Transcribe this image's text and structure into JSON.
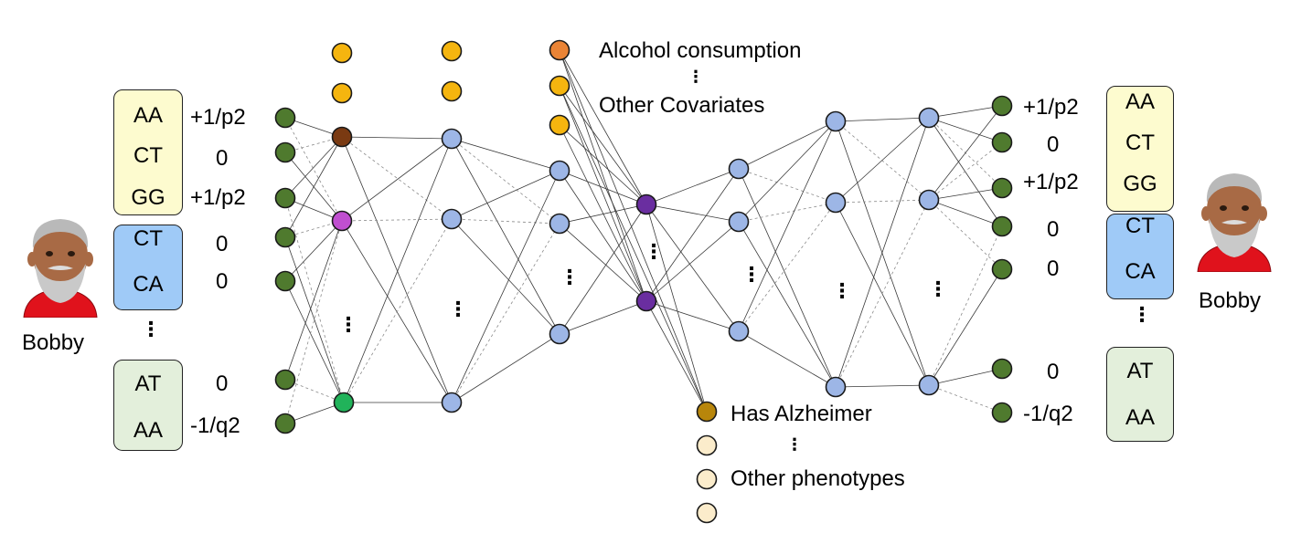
{
  "person": {
    "left_name": "Bobby",
    "right_name": "Bobby"
  },
  "input_genotypes": {
    "group1": [
      "AA",
      "CT",
      "GG"
    ],
    "group2": [
      "CT",
      "CA"
    ],
    "ellipsis": "⋮",
    "group3": [
      "AT",
      "AA"
    ]
  },
  "input_values": [
    "+1/p2",
    "0",
    "+1/p2",
    "0",
    "0",
    "0",
    "-1/q2"
  ],
  "covariates": {
    "first": "Alcohol consumption",
    "ellipsis": "⋮",
    "other": "Other Covariates"
  },
  "phenotypes": {
    "first": "Has Alzheimer",
    "ellipsis": "⋮",
    "other": "Other phenotypes"
  },
  "output_values": [
    "+1/p2",
    "0",
    "+1/p2",
    "0",
    "0",
    "0",
    "-1/q2"
  ],
  "output_genotypes": {
    "group1": [
      "AA",
      "CT",
      "GG"
    ],
    "group2": [
      "CT",
      "CA"
    ],
    "ellipsis": "⋮",
    "group3": [
      "AT",
      "AA"
    ]
  },
  "layer_ellipsis": "⋮",
  "colors": {
    "snp_node": "#4f7a2e",
    "hidden_node": "#9db6e6",
    "covariate_node": "#f5b50f",
    "alcohol_node": "#ea8436",
    "bottleneck_node": "#6a2ea0",
    "brown_node": "#7a3a12",
    "magenta_node": "#c04fd0",
    "green_node": "#21b35a",
    "alzheimer_node": "#b8860b",
    "phenotype_node": "#fbeccb",
    "box_yellow": "#fdfbcf",
    "box_blue": "#9fcaf7",
    "box_green": "#e3efdb"
  }
}
